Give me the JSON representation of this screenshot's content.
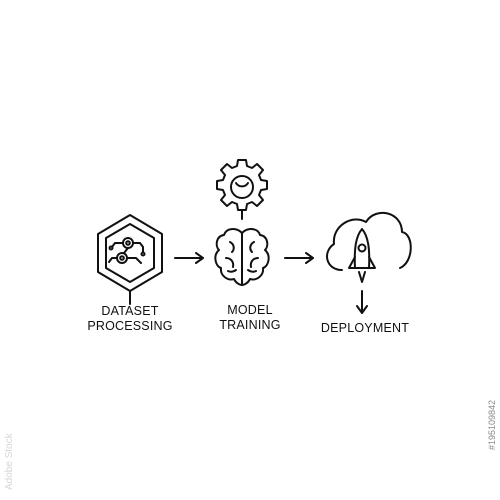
{
  "steps": [
    {
      "line1": "DATASET",
      "line2": "PROCESSING",
      "icon": "dataset-hexagon-icon"
    },
    {
      "line1": "MODEL",
      "line2": "TRAINING",
      "icon": "brain-icon"
    },
    {
      "line1": "DEPLOYMENT",
      "icon": "rocket-cloud-icon"
    }
  ],
  "decor_icons": [
    "gear-icon",
    "arrow-right-icon",
    "arrow-down-icon"
  ],
  "watermark": {
    "stock_id": "#195109842",
    "logo_text": "Adobe Stock"
  },
  "colors": {
    "stroke": "#111111",
    "background": "#ffffff"
  }
}
